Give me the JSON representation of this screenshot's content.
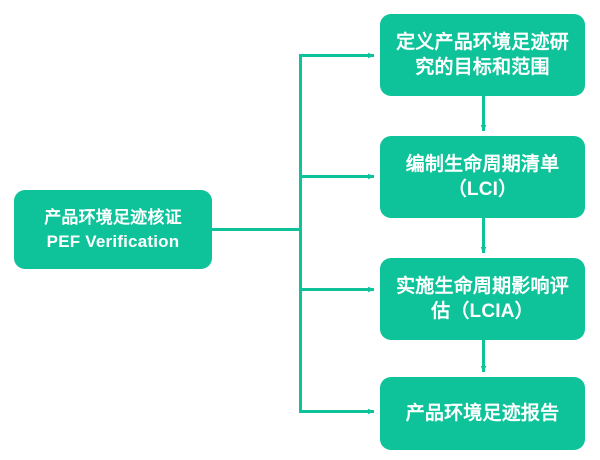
{
  "diagram": {
    "title": "PEF Verification process flow",
    "accent_color": "#0ec39a",
    "text_color": "#ffffff",
    "background_color": "#ffffff",
    "root": {
      "id": "root",
      "label": "产品环境足迹核证\nPEF Verification",
      "line_1": "产品环境足迹核证",
      "line_2": "PEF Verification"
    },
    "steps": [
      {
        "id": "step-1",
        "order": 1,
        "label": "定义产品环境足迹研究的目标和范围"
      },
      {
        "id": "step-2",
        "order": 2,
        "label": "编制生命周期清单（LCI）"
      },
      {
        "id": "step-3",
        "order": 3,
        "label": "实施生命周期影响评估（LCIA）"
      },
      {
        "id": "step-4",
        "order": 4,
        "label": "产品环境足迹报告"
      }
    ],
    "connectors": {
      "root_to_trunk": "horizontal-line",
      "trunk": "vertical-spine",
      "branches": [
        "arrow-to-step-1",
        "arrow-to-step-2",
        "arrow-to-step-3",
        "arrow-to-step-4"
      ],
      "sequence_arrows": [
        "arrow-step-1-to-step-2",
        "arrow-step-2-to-step-3",
        "arrow-step-3-to-step-4"
      ]
    }
  }
}
